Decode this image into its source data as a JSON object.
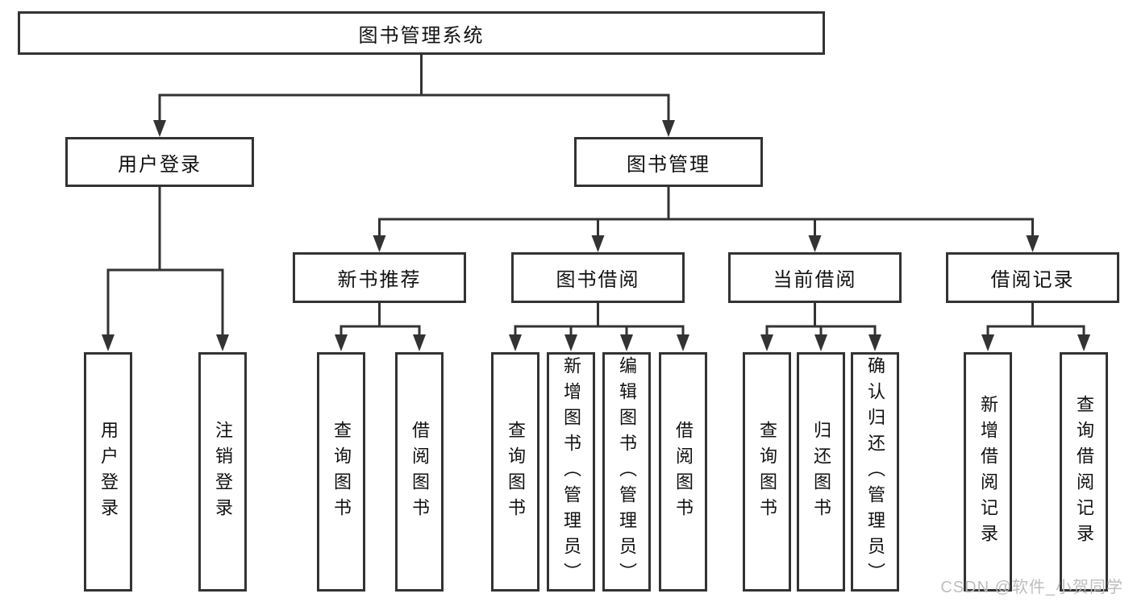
{
  "diagram": {
    "root": "图书管理系统",
    "level2": [
      {
        "label": "用户登录"
      },
      {
        "label": "图书管理"
      }
    ],
    "level3": [
      {
        "label": "新书推荐",
        "parent": "图书管理"
      },
      {
        "label": "图书借阅",
        "parent": "图书管理"
      },
      {
        "label": "当前借阅",
        "parent": "图书管理"
      },
      {
        "label": "借阅记录",
        "parent": "图书管理"
      }
    ],
    "leaves": [
      {
        "label": "用户登录",
        "parent": "用户登录"
      },
      {
        "label": "注销登录",
        "parent": "用户登录"
      },
      {
        "label": "查询图书",
        "parent": "新书推荐"
      },
      {
        "label": "借阅图书",
        "parent": "新书推荐"
      },
      {
        "label": "查询图书",
        "parent": "图书借阅"
      },
      {
        "label": "新增图书（管理员）",
        "parent": "图书借阅"
      },
      {
        "label": "编辑图书（管理员）",
        "parent": "图书借阅"
      },
      {
        "label": "借阅图书",
        "parent": "图书借阅"
      },
      {
        "label": "查询图书",
        "parent": "当前借阅"
      },
      {
        "label": "归还图书",
        "parent": "当前借阅"
      },
      {
        "label": "确认归还（管理员）",
        "parent": "当前借阅"
      },
      {
        "label": "新增借阅记录",
        "parent": "借阅记录"
      },
      {
        "label": "查询借阅记录",
        "parent": "借阅记录"
      }
    ],
    "colors": {
      "line": "#333333",
      "box_border": "#333333",
      "box_background": "#ffffff",
      "text": "#111111",
      "watermark": "#bdbdbd"
    },
    "watermark": "CSDN @软件_小贺同学"
  }
}
